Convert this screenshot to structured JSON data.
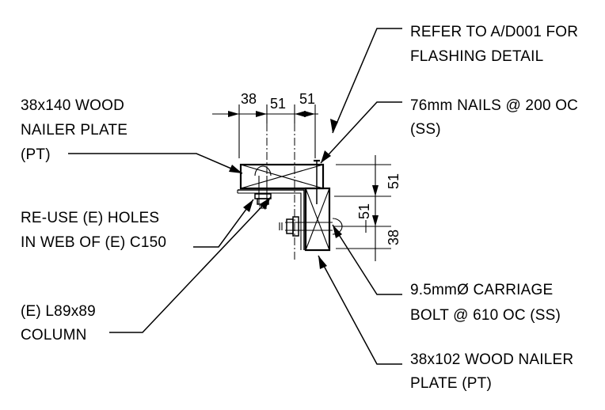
{
  "callouts": {
    "flashing_line1": "REFER TO A/D001 FOR",
    "flashing_line2": "FLASHING DETAIL",
    "nails_line1": "76mm NAILS @ 200 OC",
    "nails_line2": "(SS)",
    "nailer_top_line1": "38x140 WOOD",
    "nailer_top_line2": "NAILER PLATE",
    "nailer_top_line3": "(PT)",
    "holes_line1": "RE-USE (E) HOLES",
    "holes_line2": "IN WEB OF (E) C150",
    "column_line1": "(E) L89x89",
    "column_line2": "COLUMN",
    "bolt_line1": "9.5mmØ CARRIAGE",
    "bolt_line2": "BOLT @ 610 OC (SS)",
    "nailer_bottom_line1": "38x102 WOOD NAILER",
    "nailer_bottom_line2": "PLATE (PT)"
  },
  "dimensions": {
    "top_a": "38",
    "top_b": "51",
    "top_c": "51",
    "right_a": "51",
    "right_b": "51",
    "right_c": "38"
  }
}
